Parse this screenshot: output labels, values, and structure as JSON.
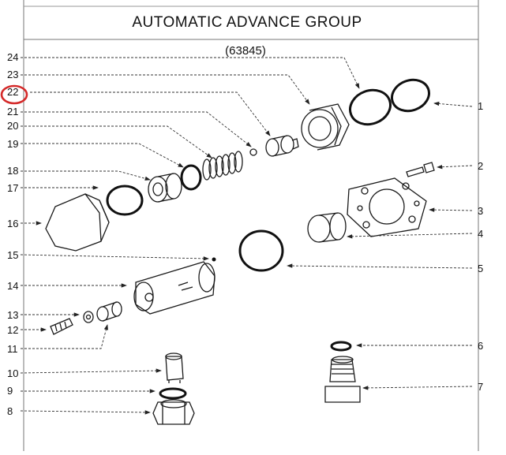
{
  "diagram": {
    "title": "AUTOMATIC ADVANCE GROUP",
    "subtitle": "(63845)",
    "highlight_color": "#d42a2a",
    "highlighted_callout": "22",
    "callouts_left": [
      "24",
      "23",
      "22",
      "21",
      "20",
      "19",
      "18",
      "17",
      "16",
      "15",
      "14",
      "13",
      "12",
      "11",
      "10",
      "9",
      "8"
    ],
    "callouts_right": [
      "1",
      "2",
      "3",
      "4",
      "5",
      "6",
      "7"
    ]
  }
}
